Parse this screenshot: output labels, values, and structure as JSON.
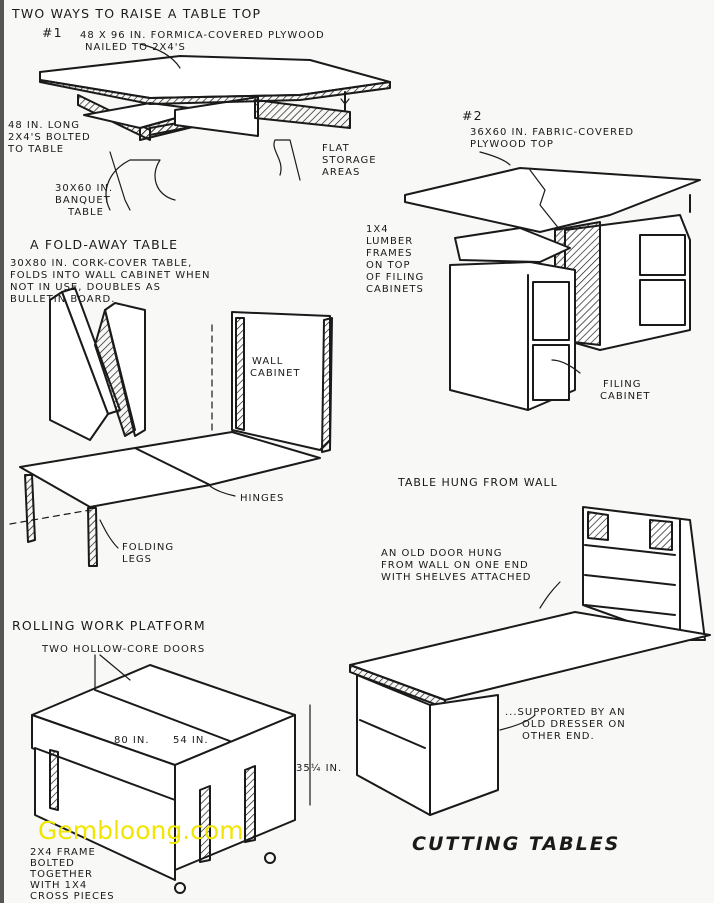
{
  "section1": {
    "title": "Two ways to raise a table top",
    "num1": "#1",
    "top1_line1": "48 x 96 in. Formica-covered plywood",
    "top1_line2": "nailed to 2x4's",
    "boards_line1": "48 in. long",
    "boards_line2": "2x4's bolted",
    "boards_line3": "to table",
    "storage_line1": "Flat",
    "storage_line2": "storage",
    "storage_line3": "areas",
    "banquet_line1": "30x60 in.",
    "banquet_line2": "banquet",
    "banquet_line3": "table",
    "num2": "#2",
    "top2_line1": "36x60 in. fabric-covered",
    "top2_line2": "plywood top",
    "frames_line1": "1x4",
    "frames_line2": "lumber",
    "frames_line3": "frames",
    "frames_line4": "on top",
    "frames_line5": "of filing",
    "frames_line6": "cabinets",
    "cabinet_line1": "Filing",
    "cabinet_line2": "cabinet"
  },
  "section2": {
    "title": "A fold-away table",
    "desc_line1": "30x80 in. cork-cover table,",
    "desc_line2": "folds into wall cabinet when",
    "desc_line3": "not in use, doubles as",
    "desc_line4": "bulletin board.",
    "wall_line1": "Wall",
    "wall_line2": "cabinet",
    "hinges": "Hinges",
    "legs_line1": "Folding",
    "legs_line2": "legs"
  },
  "section3": {
    "title": "Table hung from wall",
    "door_line1": "An old door hung",
    "door_line2": "from wall on one end",
    "door_line3": "with shelves attached",
    "dresser_line1": "...supported by an",
    "dresser_line2": "old dresser on",
    "dresser_line3": "other end."
  },
  "section4": {
    "title": "Rolling work platform",
    "doors": "Two hollow-core doors",
    "dim_length": "80 in.",
    "dim_width": "54 in.",
    "dim_height": "35¼ in.",
    "frame_line1": "2x4 frame",
    "frame_line2": "bolted",
    "frame_line3": "together",
    "frame_line4": "with 1x4",
    "frame_line5": "cross pieces"
  },
  "footer_title": "Cutting tables",
  "watermark": "Gembloong.com",
  "colors": {
    "ink": "#1a1a1a",
    "paper": "#f8f8f6",
    "watermark": "#f2e600"
  }
}
